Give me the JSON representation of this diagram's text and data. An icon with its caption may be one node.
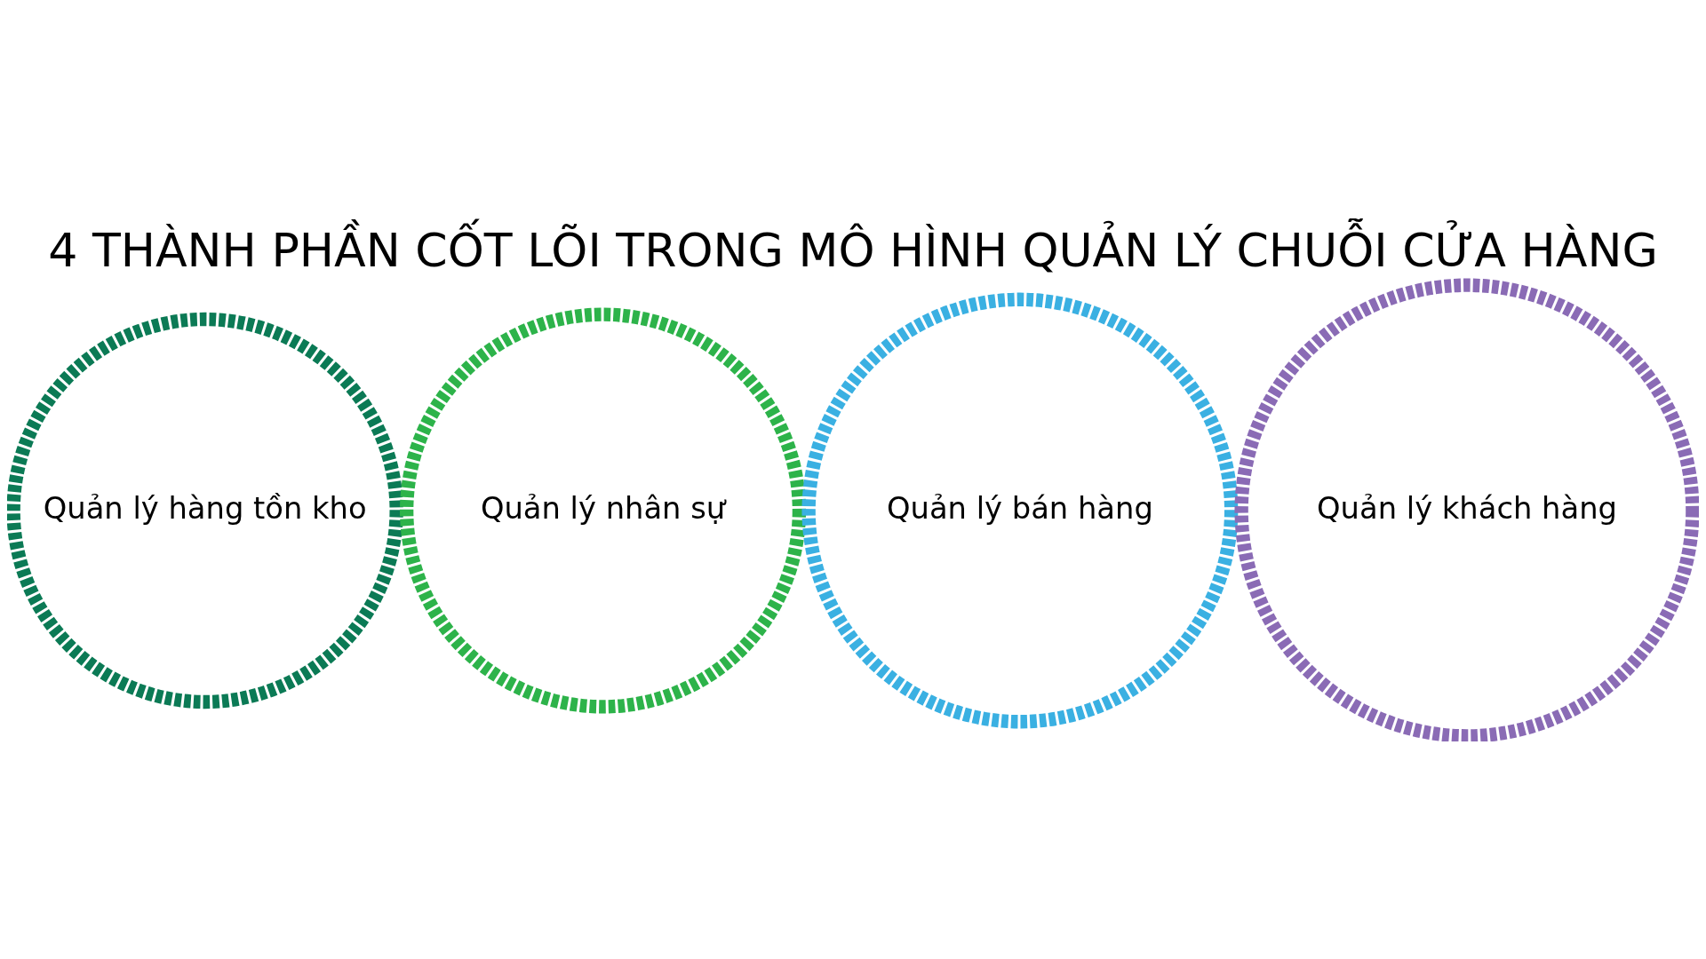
{
  "diagram": {
    "title": "4 THÀNH PHẦN CỐT LÕI TRONG MÔ HÌNH QUẢN LÝ CHUỖI CỬA HÀNG",
    "nodes": [
      {
        "text": [
          "Quản lý hàng tồn kho"
        ]
      },
      {
        "text": [
          "Quản lý nhân sự"
        ]
      },
      {
        "text": [
          "Quản lý bán hàng"
        ]
      },
      {
        "text": [
          "Quản lý khách hàng"
        ]
      }
    ]
  }
}
